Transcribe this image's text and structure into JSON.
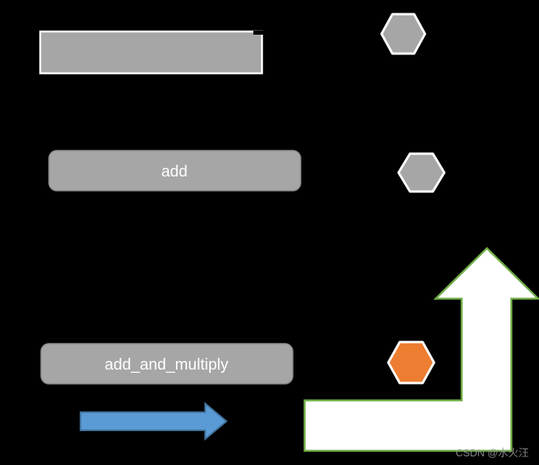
{
  "diagram": {
    "background": "#000000",
    "nodes": {
      "empty_box": {
        "label": "",
        "shape": "rectangle",
        "fill": "gray"
      },
      "add": {
        "label": "add",
        "shape": "rounded-rectangle",
        "fill": "gray"
      },
      "add_and_multiply": {
        "label": "add_and_multiply",
        "shape": "rounded-rectangle",
        "fill": "gray"
      }
    },
    "shapes": [
      {
        "name": "gray-hexagon-top",
        "type": "hexagon",
        "fill": "gray"
      },
      {
        "name": "gray-hexagon-middle",
        "type": "hexagon",
        "fill": "gray"
      },
      {
        "name": "orange-hexagon",
        "type": "hexagon",
        "fill": "orange"
      },
      {
        "name": "blue-right-arrow",
        "type": "arrow-right",
        "fill": "blue"
      },
      {
        "name": "white-bent-up-arrow",
        "type": "arrow-bent-up",
        "fill": "white"
      },
      {
        "name": "cursor-dash",
        "type": "dash",
        "fill": "black"
      }
    ]
  },
  "colors": {
    "background": "#000000",
    "node_fill": "#A6A6A6",
    "node_border": "#8C8C8C",
    "node_text": "#FFFFFF",
    "empty_box_border": "#FFFFFF",
    "hex_gray_fill": "#A6A6A6",
    "hex_orange_fill": "#ED7D31",
    "hex_border": "#FFFFFF",
    "blue_arrow_fill": "#5B9BD5",
    "blue_arrow_border": "#41719C",
    "bent_arrow_fill": "#FFFFFF",
    "bent_arrow_border": "#70AD47",
    "dash_color": "#000000",
    "watermark_color": "#9B9B9B"
  },
  "watermark": {
    "text": "CSDN @水火汪"
  }
}
